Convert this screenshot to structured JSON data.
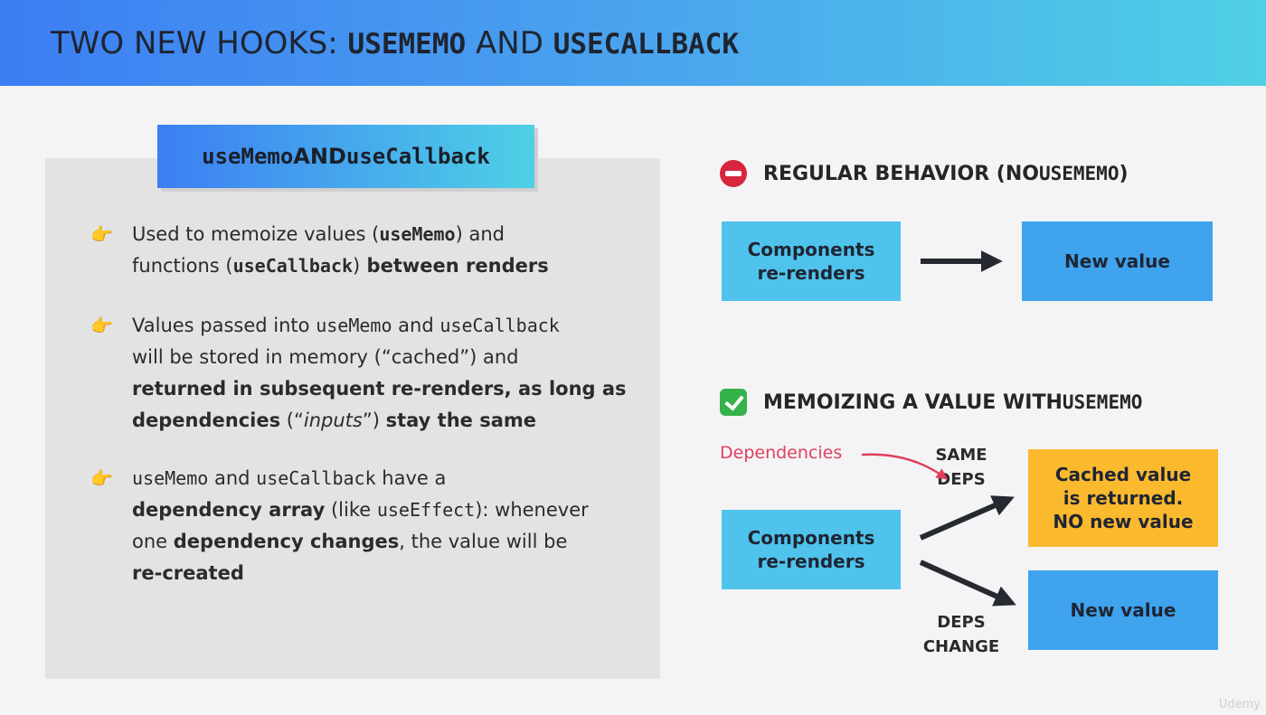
{
  "header": {
    "title_part1": "TWO NEW HOOKS: ",
    "title_code1": "USEMEMO",
    "title_part2": " AND ",
    "title_code2": "USECALLBACK"
  },
  "left": {
    "pill": {
      "code1": "useMemo",
      "mid": " AND ",
      "code2": "useCallback"
    },
    "bullet_icon": "pointing-hand-icon",
    "bullets": [
      {
        "l1_a": "Used to memoize values (",
        "l1_code": "useMemo",
        "l1_b": ") and",
        "l2_a": "functions (",
        "l2_code": "useCallback",
        "l2_b": ")",
        "l2_bold": " between renders"
      },
      {
        "l1_a": "Values passed into ",
        "l1_code1": "useMemo",
        "l1_mid": " and ",
        "l1_code2": "useCallback",
        "l2": "will be stored in memory (“cached”) and",
        "l3_bold": "returned in subsequent re-renders, as long as",
        "l4_bold1": "dependencies",
        "l4_a": " (“",
        "l4_italic": "inputs",
        "l4_b": "”) ",
        "l4_bold2": "stay the same"
      },
      {
        "l1_code1": "useMemo",
        "l1_mid": " and ",
        "l1_code2": "useCallback",
        "l1_b": " have a",
        "l2_bold": "dependency array",
        "l2_a": " (like ",
        "l2_code": "useEffect",
        "l2_b": "): whenever",
        "l3_a": "one ",
        "l3_bold": "dependency changes",
        "l3_b": ", the value will be",
        "l4_bold": "re-created"
      }
    ]
  },
  "regular": {
    "icon": "no-entry-icon",
    "heading": "REGULAR BEHAVIOR (NO ",
    "heading_code": "USEMEMO",
    "heading_end": ")",
    "source_l1": "Components",
    "source_l2": "re-renders",
    "target": "New value"
  },
  "memo": {
    "icon": "check-mark-icon",
    "heading": "MEMOIZING A VALUE WITH ",
    "heading_code": "USEMEMO",
    "dependencies": "Dependencies",
    "same_l1": "SAME",
    "same_l2": "DEPS",
    "change_l1": "DEPS",
    "change_l2": "CHANGE",
    "source_l1": "Components",
    "source_l2": "re-renders",
    "cached_l1": "Cached value",
    "cached_l2": "is returned.",
    "cached_l3": "NO new value",
    "new_value": "New value"
  },
  "colors": {
    "header_start": "#3c7ef3",
    "header_end": "#4fd0e6",
    "box_light": "#4fc3ec",
    "box_blue": "#3fa3ee",
    "box_orange": "#fbb92e",
    "dependencies_red": "#e0405c"
  },
  "watermark": "Udemy"
}
